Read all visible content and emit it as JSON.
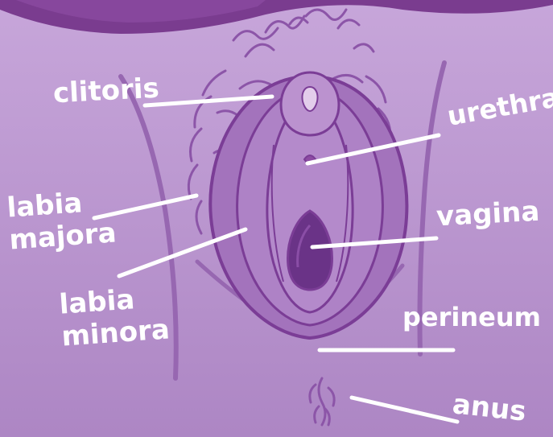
{
  "diagram": {
    "labels": {
      "clitoris": "clitoris",
      "urethra": "urethra",
      "labia_majora": [
        "labia",
        "majora"
      ],
      "vagina": "vagina",
      "labia_minora": [
        "labia",
        "minora"
      ],
      "perineum": "perineum",
      "anus": "anus"
    },
    "colors": {
      "background": "#b48fca",
      "body_band": "#7a3c8f",
      "outer_fold": "#9f6eb8",
      "inner_fold": "#a97bc1",
      "outline": "#7b3d96",
      "opening": "#6a3387",
      "label_text": "#ffffff"
    }
  }
}
